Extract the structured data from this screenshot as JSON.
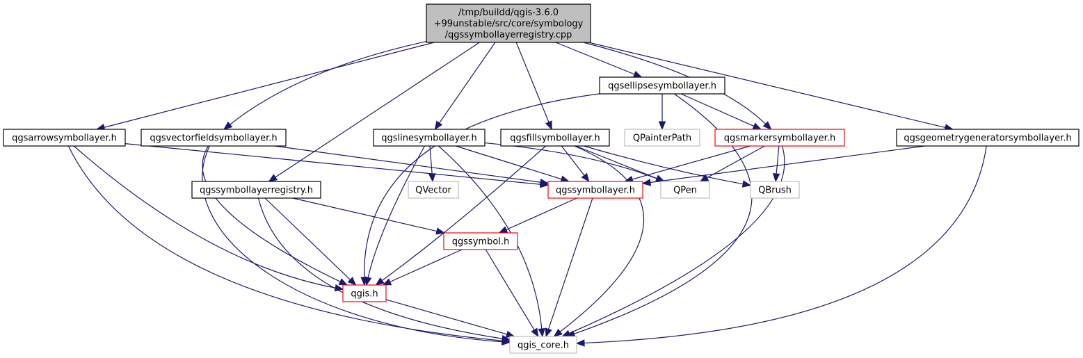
{
  "diagram": {
    "colors": {
      "edge": "#191970",
      "root_fill": "#bfbfbf",
      "root_border": "#000000",
      "normal_border": "#000000",
      "truncated_border": "#ff0000",
      "external_border": "#bfbfbf",
      "external_text": "#000000",
      "background": "#ffffff"
    },
    "nodes": [
      {
        "id": "root",
        "style": "root",
        "lines": [
          "/tmp/buildd/qgis-3.6.0",
          "+99unstable/src/core/symbology",
          "/qgssymbollayerregistry.cpp"
        ]
      },
      {
        "id": "ellipse",
        "style": "normal",
        "lines": [
          "qgsellipsesymbollayer.h"
        ]
      },
      {
        "id": "arrow",
        "style": "normal",
        "lines": [
          "qgsarrowsymbollayer.h"
        ]
      },
      {
        "id": "vectorfield",
        "style": "normal",
        "lines": [
          "qgsvectorfieldsymbollayer.h"
        ]
      },
      {
        "id": "line",
        "style": "normal",
        "lines": [
          "qgslinesymbollayer.h"
        ]
      },
      {
        "id": "fill",
        "style": "normal",
        "lines": [
          "qgsfillsymbollayer.h"
        ]
      },
      {
        "id": "painterpath",
        "style": "external",
        "lines": [
          "QPainterPath"
        ]
      },
      {
        "id": "marker",
        "style": "truncated",
        "lines": [
          "qgsmarkersymbollayer.h"
        ]
      },
      {
        "id": "geomgen",
        "style": "normal",
        "lines": [
          "qgsgeometrygeneratorsymbollayer.h"
        ]
      },
      {
        "id": "registry_h",
        "style": "normal",
        "lines": [
          "qgssymbollayerregistry.h"
        ]
      },
      {
        "id": "qvector",
        "style": "external",
        "lines": [
          "QVector"
        ]
      },
      {
        "id": "symbollayer",
        "style": "truncated",
        "lines": [
          "qgssymbollayer.h"
        ]
      },
      {
        "id": "qpen",
        "style": "external",
        "lines": [
          "QPen"
        ]
      },
      {
        "id": "qbrush",
        "style": "external",
        "lines": [
          "QBrush"
        ]
      },
      {
        "id": "symbol",
        "style": "truncated",
        "lines": [
          "qgssymbol.h"
        ]
      },
      {
        "id": "qgis",
        "style": "truncated",
        "lines": [
          "qgis.h"
        ]
      },
      {
        "id": "core",
        "style": "external",
        "lines": [
          "qgis_core.h"
        ]
      }
    ],
    "edges": [
      [
        "root",
        "arrow"
      ],
      [
        "root",
        "vectorfield"
      ],
      [
        "root",
        "registry_h"
      ],
      [
        "root",
        "line"
      ],
      [
        "root",
        "fill"
      ],
      [
        "root",
        "ellipse"
      ],
      [
        "root",
        "marker"
      ],
      [
        "root",
        "geomgen"
      ],
      [
        "ellipse",
        "qgis"
      ],
      [
        "ellipse",
        "painterpath"
      ],
      [
        "ellipse",
        "marker"
      ],
      [
        "ellipse",
        "core"
      ],
      [
        "arrow",
        "symbollayer"
      ],
      [
        "arrow",
        "qgis"
      ],
      [
        "arrow",
        "core"
      ],
      [
        "vectorfield",
        "symbollayer"
      ],
      [
        "vectorfield",
        "qgis"
      ],
      [
        "vectorfield",
        "core"
      ],
      [
        "line",
        "qvector"
      ],
      [
        "line",
        "symbollayer"
      ],
      [
        "line",
        "qpen"
      ],
      [
        "line",
        "qgis"
      ],
      [
        "line",
        "core"
      ],
      [
        "fill",
        "symbollayer"
      ],
      [
        "fill",
        "qpen"
      ],
      [
        "fill",
        "qbrush"
      ],
      [
        "fill",
        "qgis"
      ],
      [
        "fill",
        "core"
      ],
      [
        "marker",
        "symbollayer"
      ],
      [
        "marker",
        "qpen"
      ],
      [
        "marker",
        "qbrush"
      ],
      [
        "marker",
        "core"
      ],
      [
        "geomgen",
        "symbollayer"
      ],
      [
        "geomgen",
        "core"
      ],
      [
        "registry_h",
        "symbol"
      ],
      [
        "registry_h",
        "qgis"
      ],
      [
        "registry_h",
        "core"
      ],
      [
        "symbollayer",
        "symbol"
      ],
      [
        "symbollayer",
        "core"
      ],
      [
        "symbol",
        "qgis"
      ],
      [
        "symbol",
        "core"
      ],
      [
        "qgis",
        "core"
      ]
    ]
  }
}
